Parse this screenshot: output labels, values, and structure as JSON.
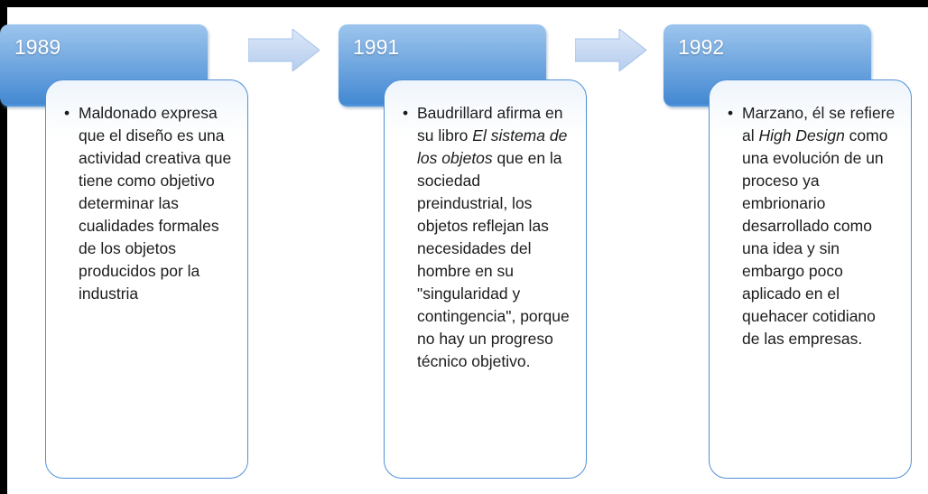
{
  "slide": {
    "bullet_glyph": "•",
    "colors": {
      "frame": "#000000",
      "header_gradient_top": "#9cc5ed",
      "header_gradient_bottom": "#4489d2",
      "panel_border": "#4f90d9",
      "panel_tint": "#edf4fc",
      "arrow_gradient_top": "#dce7f7",
      "arrow_gradient_bottom": "#b5cdee",
      "year_text": "#ffffff",
      "body_text": "#1c1c1c"
    },
    "timeline": {
      "items": [
        {
          "year": "1989",
          "text_runs": [
            {
              "text": "Maldonado expresa que el diseño es una actividad creativa que tiene como objetivo determinar las cualidades formales de los objetos producidos por la industria",
              "italic": false
            }
          ]
        },
        {
          "year": "1991",
          "text_runs": [
            {
              "text": "Baudrillard afirma en su libro ",
              "italic": false
            },
            {
              "text": "El sistema de los objetos",
              "italic": true
            },
            {
              "text": " que en la sociedad preindustrial, los objetos reflejan las necesidades del hombre en su \"singularidad y contingencia\", porque no hay un progreso técnico objetivo.",
              "italic": false
            }
          ]
        },
        {
          "year": "1992",
          "text_runs": [
            {
              "text": "Marzano, él se refiere al ",
              "italic": false
            },
            {
              "text": "High Design",
              "italic": true
            },
            {
              "text": " como una evolución de un proceso ya embrionario desarrollado como una idea y sin embargo poco aplicado en el quehacer cotidiano de las empresas.",
              "italic": false
            }
          ]
        }
      ]
    }
  }
}
